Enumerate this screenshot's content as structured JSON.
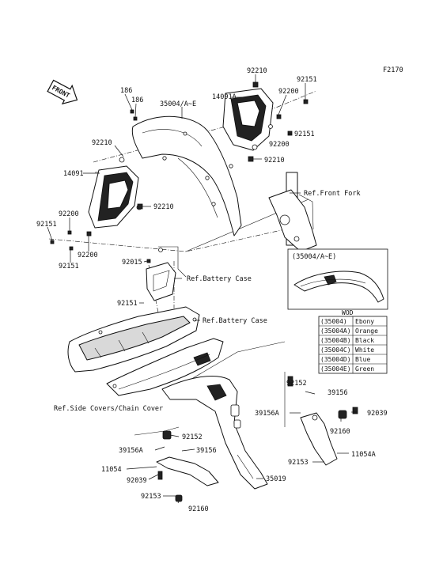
{
  "code": "F2170",
  "front_label": "FRONT",
  "part_labels": {
    "p92210_top": "92210",
    "p92151_top": "92151",
    "p92200_top": "92200",
    "p14091A": "14091A",
    "p35004": "35004/A~E",
    "p186_a": "186",
    "p186_b": "186",
    "p92151_mid": "92151",
    "p92200_mid": "92200",
    "p92210_right": "92210",
    "p92210_left": "92210",
    "p14091": "14091",
    "p92210_low": "92210",
    "p92200_left": "92200",
    "p92151_left": "92151",
    "p92200_left2": "92200",
    "p92151_left2": "92151",
    "p92015": "92015",
    "p92151_case": "92151",
    "p92152_right": "92152",
    "p39156_right": "39156",
    "p39156A_right": "39156A",
    "p92039_right": "92039",
    "p92160_right": "92160",
    "p92153_right": "92153",
    "p11054A": "11054A",
    "p35019": "35019",
    "p92152_left": "92152",
    "p39156A_left": "39156A",
    "p39156_left": "39156",
    "p11054": "11054",
    "p92039_left": "92039",
    "p92153_left": "92153",
    "p92160_left": "92160"
  },
  "references": {
    "front_fork": "Ref.Front Fork",
    "battery_case_1": "Ref.Battery Case",
    "battery_case_2": "Ref.Battery Case",
    "side_covers": "Ref.Side Covers/Chain Cover"
  },
  "inset_title": "(35004/A~E)",
  "color_table": {
    "title": "WOD",
    "rows": [
      {
        "part": "(35004)",
        "color": "Ebony"
      },
      {
        "part": "(35004A)",
        "color": "Orange"
      },
      {
        "part": "(35004B)",
        "color": "Black"
      },
      {
        "part": "(35004C)",
        "color": "White"
      },
      {
        "part": "(35004D)",
        "color": "Blue"
      },
      {
        "part": "(35004E)",
        "color": "Green"
      }
    ]
  }
}
